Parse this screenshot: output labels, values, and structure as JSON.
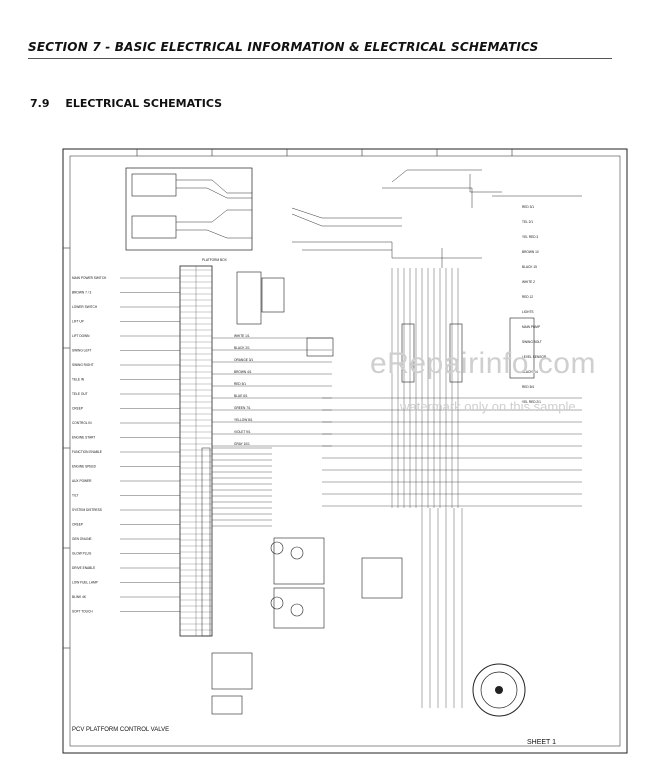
{
  "header": {
    "section": "SECTION 7 - BASIC ELECTRICAL INFORMATION & ELECTRICAL SCHEMATICS",
    "sub_number": "7.9",
    "sub_title": "ELECTRICAL SCHEMATICS"
  },
  "watermark": {
    "main": "eRepairinfo.com",
    "sub": "watermark only on this sample"
  },
  "schematic": {
    "footer_label": "PCV PLATFORM CONTROL VALVE",
    "sheet_label": "SHEET 1",
    "left_labels": [
      "MAIN POWER SWITCH",
      "BROWN 7 / 3",
      "LOWER SWITCH",
      "LIFT UP",
      "LIFT DOWN",
      "SWING LEFT",
      "SWING RIGHT",
      "TELE IN",
      "TELE OUT",
      "CREEP",
      "CONTROL IN",
      "ENGINE START",
      "FUNCTION ENABLE",
      "ENGINE SPEED",
      "AUX POWER",
      "TILT",
      "SYSTEM DISTRESS",
      "CREEP",
      "GEN ONLINE",
      "GLOW PLUG",
      "DRIVE ENABLE",
      "LOW FUEL LAMP",
      "BLINK 4K",
      "SOFT TOUCH"
    ],
    "platform_label": "PLATFORM BOX",
    "mid_labels": [
      "WHITE 1/1",
      "BLACK 2/1",
      "ORANGE 3/1",
      "BROWN 4/1",
      "RED 5/1",
      "BLUE 6/1",
      "GREEN 7/1",
      "YELLOW 8/1",
      "VIOLET 9/1",
      "GRAY 10/1"
    ],
    "right_labels": [
      "RED 3/1",
      "TEL 2/1",
      "YEL RED 3",
      "BROWN 10",
      "BLACK 15",
      "WHITE 2",
      "RED 12",
      "LIGHTS",
      "MAIN PUMP",
      "SWING BOLT",
      "LEVEL SENSOR",
      "BLACK 7/4",
      "RED 5/4",
      "YEL RED 2/1"
    ]
  }
}
